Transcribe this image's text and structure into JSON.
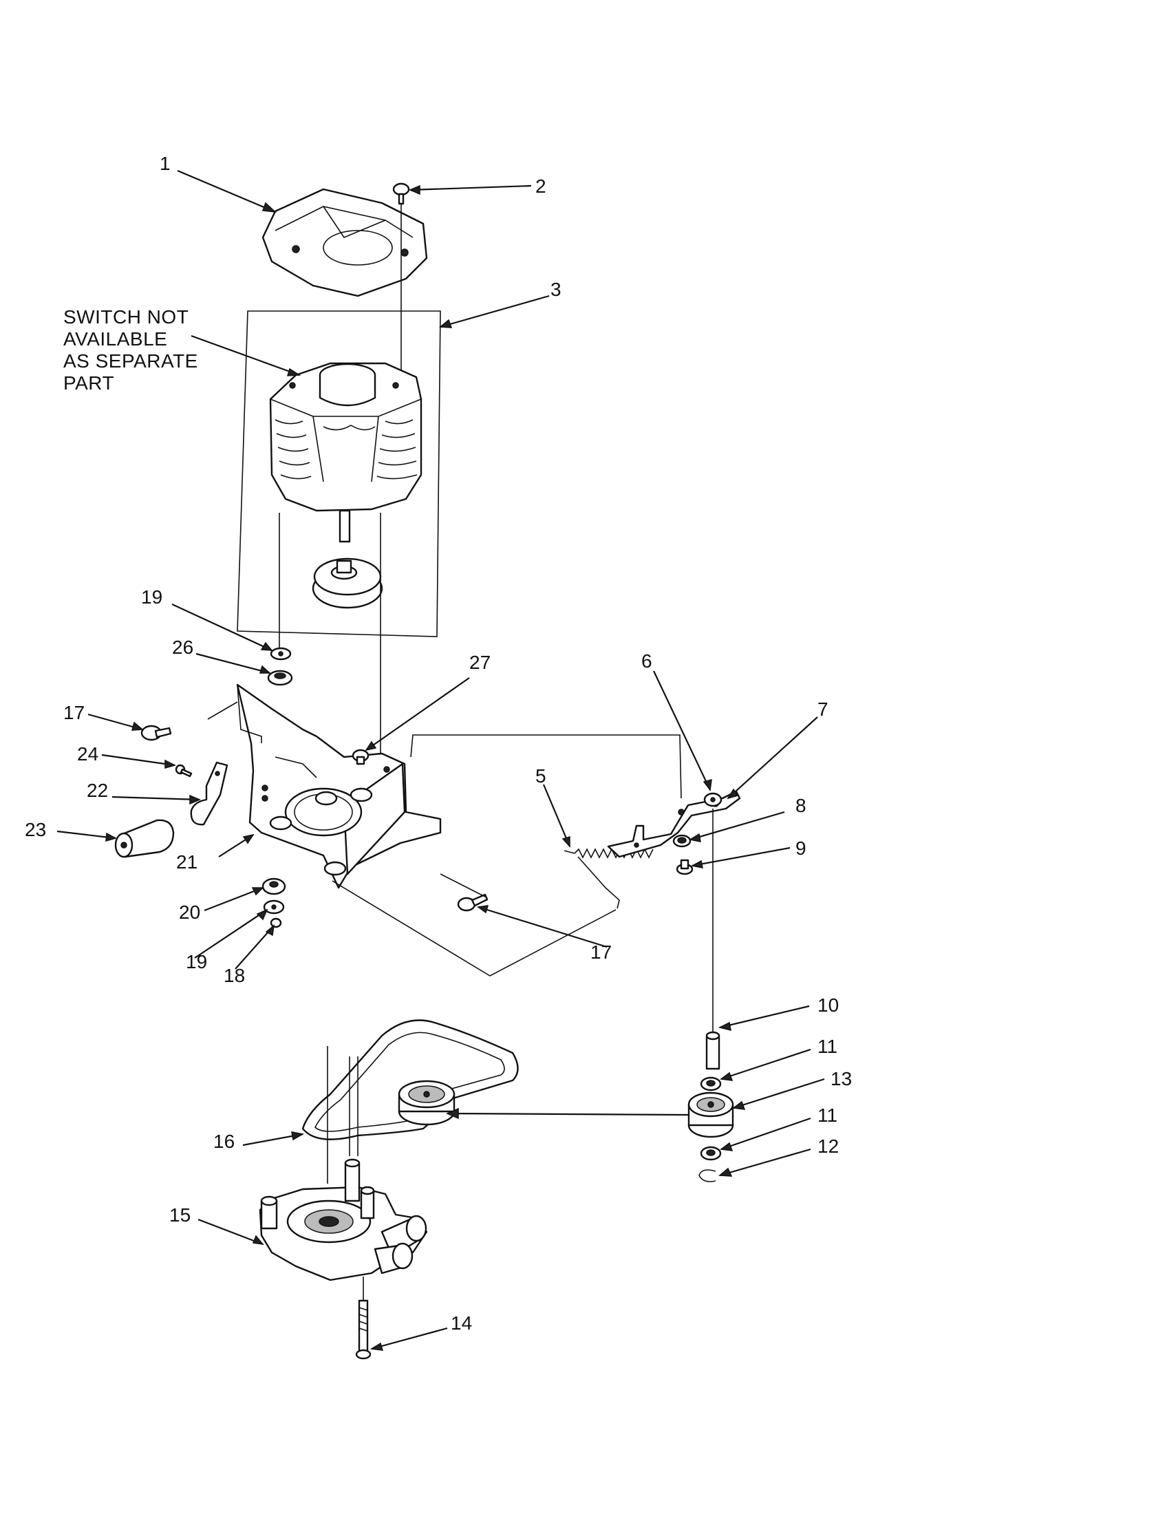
{
  "note": {
    "lines": [
      "SWITCH NOT",
      "AVAILABLE",
      "AS SEPARATE",
      "PART"
    ]
  },
  "callouts": {
    "c1": "1",
    "c2": "2",
    "c3": "3",
    "c5": "5",
    "c6": "6",
    "c7": "7",
    "c8": "8",
    "c9": "9",
    "c10": "10",
    "c11a": "11",
    "c11b": "11",
    "c12": "12",
    "c13": "13",
    "c14": "14",
    "c15": "15",
    "c16": "16",
    "c17a": "17",
    "c17b": "17",
    "c18": "18",
    "c19a": "19",
    "c19b": "19",
    "c20": "20",
    "c21": "21",
    "c22": "22",
    "c23": "23",
    "c24": "24",
    "c26": "26",
    "c27": "27"
  }
}
